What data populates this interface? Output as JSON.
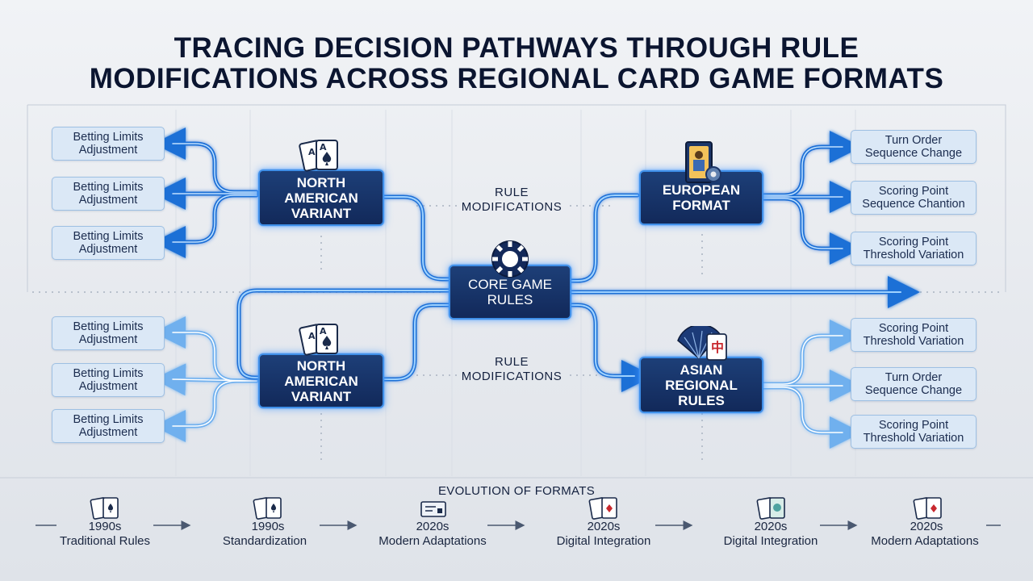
{
  "title": {
    "line1": "TRACING DECISION PATHWAYS THROUGH RULE",
    "line2": "MODIFICATIONS ACROSS REGIONAL CARD GAME FORMATS"
  },
  "center": {
    "line1": "CORE GAME",
    "line2": "RULES",
    "icon": "poker-chip-icon"
  },
  "nodes": {
    "na_top": {
      "line1": "NORTH",
      "line2": "AMERICAN",
      "line3": "VARIANT",
      "icon": "playing-cards-icon"
    },
    "na_bottom": {
      "line1": "NORTH",
      "line2": "AMERICAN",
      "line3": "VARIANT",
      "icon": "playing-cards-icon"
    },
    "europe": {
      "line1": "EUROPEAN",
      "line2": "FORMAT",
      "icon": "tarot-card-gear-icon"
    },
    "asia": {
      "line1": "ASIAN",
      "line2": "REGIONAL",
      "line3": "RULES",
      "icon": "fan-mahjong-tile-icon"
    }
  },
  "modifications": {
    "top": {
      "line1": "RULE",
      "line2": "MODIFICATIONS"
    },
    "bottom": {
      "line1": "RULE",
      "line2": "MODIFICATIONS"
    }
  },
  "left_top_boxes": [
    {
      "line1": "Betting Limits",
      "line2": "Adjustment"
    },
    {
      "line1": "Betting Limits",
      "line2": "Adjustment"
    },
    {
      "line1": "Betting Limits",
      "line2": "Adjustment"
    }
  ],
  "left_bottom_boxes": [
    {
      "line1": "Betting Limits",
      "line2": "Adjustment"
    },
    {
      "line1": "Betting Limits",
      "line2": "Adjustment"
    },
    {
      "line1": "Betting Limits",
      "line2": "Adjustment"
    }
  ],
  "right_top_boxes": [
    {
      "line1": "Turn Order",
      "line2": "Sequence Change"
    },
    {
      "line1": "Scoring Point",
      "line2": "Sequence Chantion"
    },
    {
      "line1": "Scoring Point",
      "line2": "Threshold Variation"
    }
  ],
  "right_bottom_boxes": [
    {
      "line1": "Scoring Point",
      "line2": "Threshold Variation"
    },
    {
      "line1": "Turn Order",
      "line2": "Sequence Change"
    },
    {
      "line1": "Scoring Point",
      "line2": "Threshold Variation"
    }
  ],
  "timeline": {
    "label": "EVOLUTION OF FORMATS",
    "items": [
      {
        "year": "1990s",
        "desc": "Traditional Rules",
        "icon": "playing-cards-icon"
      },
      {
        "year": "1990s",
        "desc": "Standardization",
        "icon": "playing-cards-icon"
      },
      {
        "year": "2020s",
        "desc": "Modern Adaptations",
        "icon": "digital-panel-icon"
      },
      {
        "year": "2020s",
        "desc": "Digital Integration",
        "icon": "playing-cards-icon"
      },
      {
        "year": "2020s",
        "desc": "Digital Integration",
        "icon": "digital-cards-icon"
      },
      {
        "year": "2020s",
        "desc": "Modern Adaptations",
        "icon": "playing-cards-icon"
      }
    ]
  },
  "colors": {
    "node_fill": "#17356a",
    "node_border": "#3f8fe8",
    "flow_dark": "#1f6fd6",
    "flow_light": "#8fc4f5",
    "box_fill": "#dbe8f6",
    "background": "#e8ebf0"
  }
}
